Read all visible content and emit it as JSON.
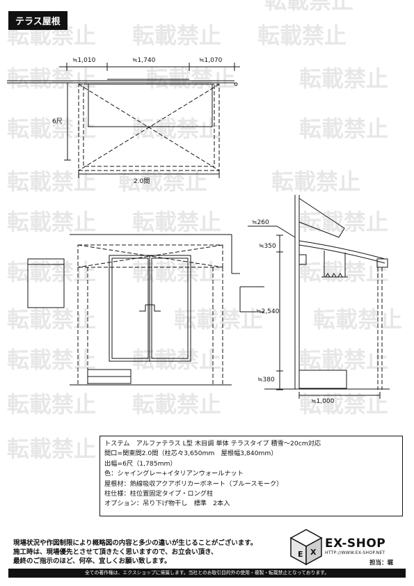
{
  "title_badge": "テラス屋根",
  "watermark_text": "転載禁止",
  "plan": {
    "dim_left": "≒1,010",
    "dim_center": "≒1,740",
    "dim_right": "≒1,070",
    "depth_label": "6尺",
    "width_label": "2.0間"
  },
  "side": {
    "dim_260": "≒260",
    "dim_350": "≒350",
    "dim_2540": "≒2,540",
    "dim_380": "≒380",
    "dim_1000": "≒1,000"
  },
  "spec": {
    "lines": [
      "トステム　アルファテラス L型 木目調 単体 テラスタイプ 積雪～20cm対応",
      "間口=関東間2.0間（柱芯々3,650mm　屋根幅3,840mm）",
      "出幅=6尺（1,785mm）",
      "色：シャイングレー+イタリアンウォールナット",
      "屋根材：熱線吸収アクアポリカーボネート（ブルースモーク）",
      "柱仕様：柱位置固定タイプ・ロング柱",
      "オプション：吊り下げ物干し　標準　2本入"
    ]
  },
  "notes": {
    "lines": [
      "現場状況や作図制限により概略図の内容と多少の違いが生じることがございます。",
      "施工時は、現場優先とさせて頂きたく思いますので、お立会い頂き、",
      "最終のご指示のほど、何卒、宜しくお願い致します。"
    ]
  },
  "logo": {
    "name": "EX-SHOP",
    "url": "HTTP://WWW.EX-SHOP.NET",
    "staff": "担当：堀"
  },
  "footer": "全ての著作権は、エクスショップに帰属します。当社とのお取引目的外の使用・複製・転載禁止となっております。"
}
